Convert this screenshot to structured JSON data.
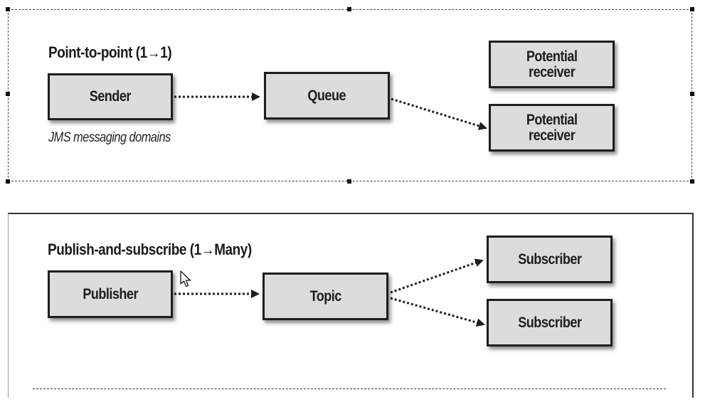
{
  "point_to_point": {
    "title": "Point-to-point (1→1)",
    "caption": "JMS messaging domains",
    "sender": "Sender",
    "queue": "Queue",
    "receiver_1": "Potential\nreceiver",
    "receiver_2": "Potential\nreceiver"
  },
  "publish_subscribe": {
    "title": "Publish-and-subscribe (1→Many)",
    "publisher": "Publisher",
    "topic": "Topic",
    "subscriber_1": "Subscriber",
    "subscriber_2": "Subscriber"
  },
  "colors": {
    "node_fill": "#dcdcdc",
    "node_border": "#1e1e1e",
    "arrow": "#1e1e1e"
  },
  "icons": {
    "cursor": "mouse-pointer-icon"
  }
}
